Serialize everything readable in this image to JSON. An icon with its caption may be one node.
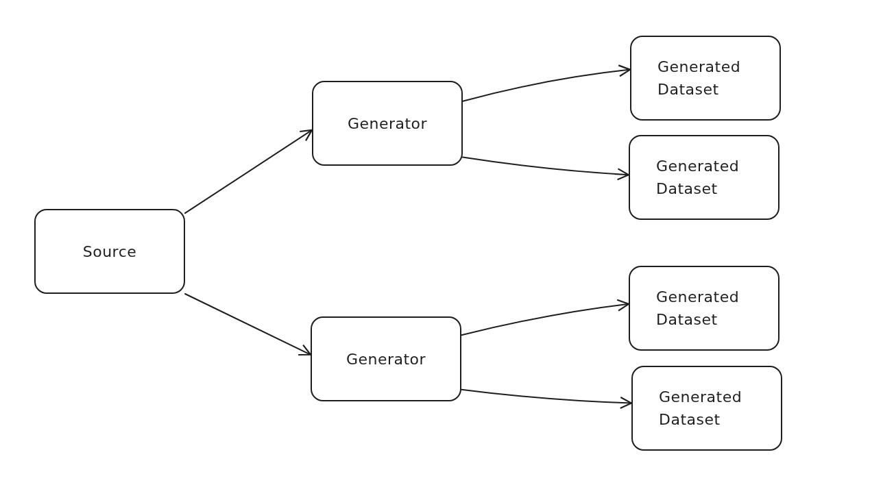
{
  "diagram": {
    "nodes": [
      {
        "text": [
          "Source"
        ]
      },
      {
        "text": [
          "Generator"
        ]
      },
      {
        "text": [
          "Generator"
        ]
      },
      {
        "text": [
          "Generated Dataset"
        ]
      },
      {
        "text": [
          "Generated Dataset"
        ]
      },
      {
        "text": [
          "Generated Dataset"
        ]
      },
      {
        "text": [
          "Generated Dataset"
        ]
      }
    ],
    "edges": [
      {
        "from": 0,
        "to": 1,
        "arrow": "to"
      },
      {
        "from": 0,
        "to": 2,
        "arrow": "to"
      },
      {
        "from": 1,
        "to": 3,
        "arrow": "to"
      },
      {
        "from": 1,
        "to": 4,
        "arrow": "to"
      },
      {
        "from": 2,
        "to": 5,
        "arrow": "to"
      },
      {
        "from": 2,
        "to": 6,
        "arrow": "to"
      }
    ]
  }
}
